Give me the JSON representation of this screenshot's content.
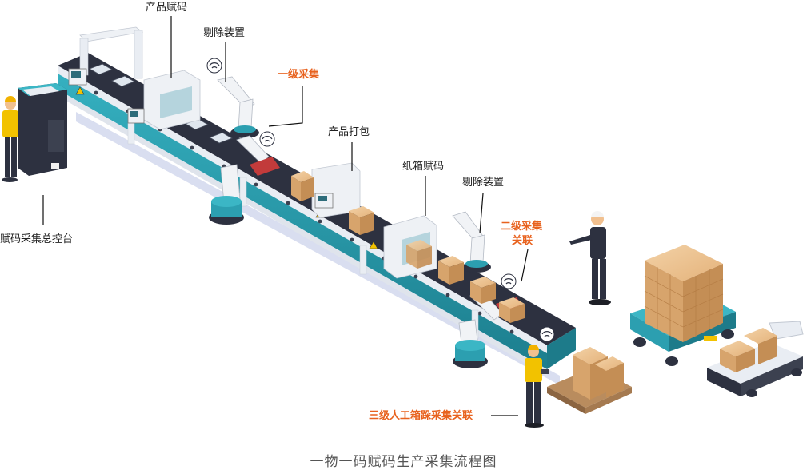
{
  "labels": {
    "product_coding": "产品赋码",
    "reject_device_1": "剔除装置",
    "level1_collect": "一级采集",
    "product_packing": "产品打包",
    "carton_coding": "纸箱赋码",
    "reject_device_2": "剔除装置",
    "level2_collect_line1": "二级采集",
    "level2_collect_line2": "关联",
    "level3_manual": "三级人工箱跺采集关联",
    "console": "赋码采集总控台"
  },
  "caption": "一物一码赋码生产采集流程图",
  "colors": {
    "accent": "#e8621e",
    "conveyor_teal": "#2c9fb0",
    "conveyor_dark": "#1d7b8a",
    "belt": "#2d3140",
    "frame": "#e9edf3",
    "box": "#e2b683",
    "agv": "#2fa5b7"
  }
}
